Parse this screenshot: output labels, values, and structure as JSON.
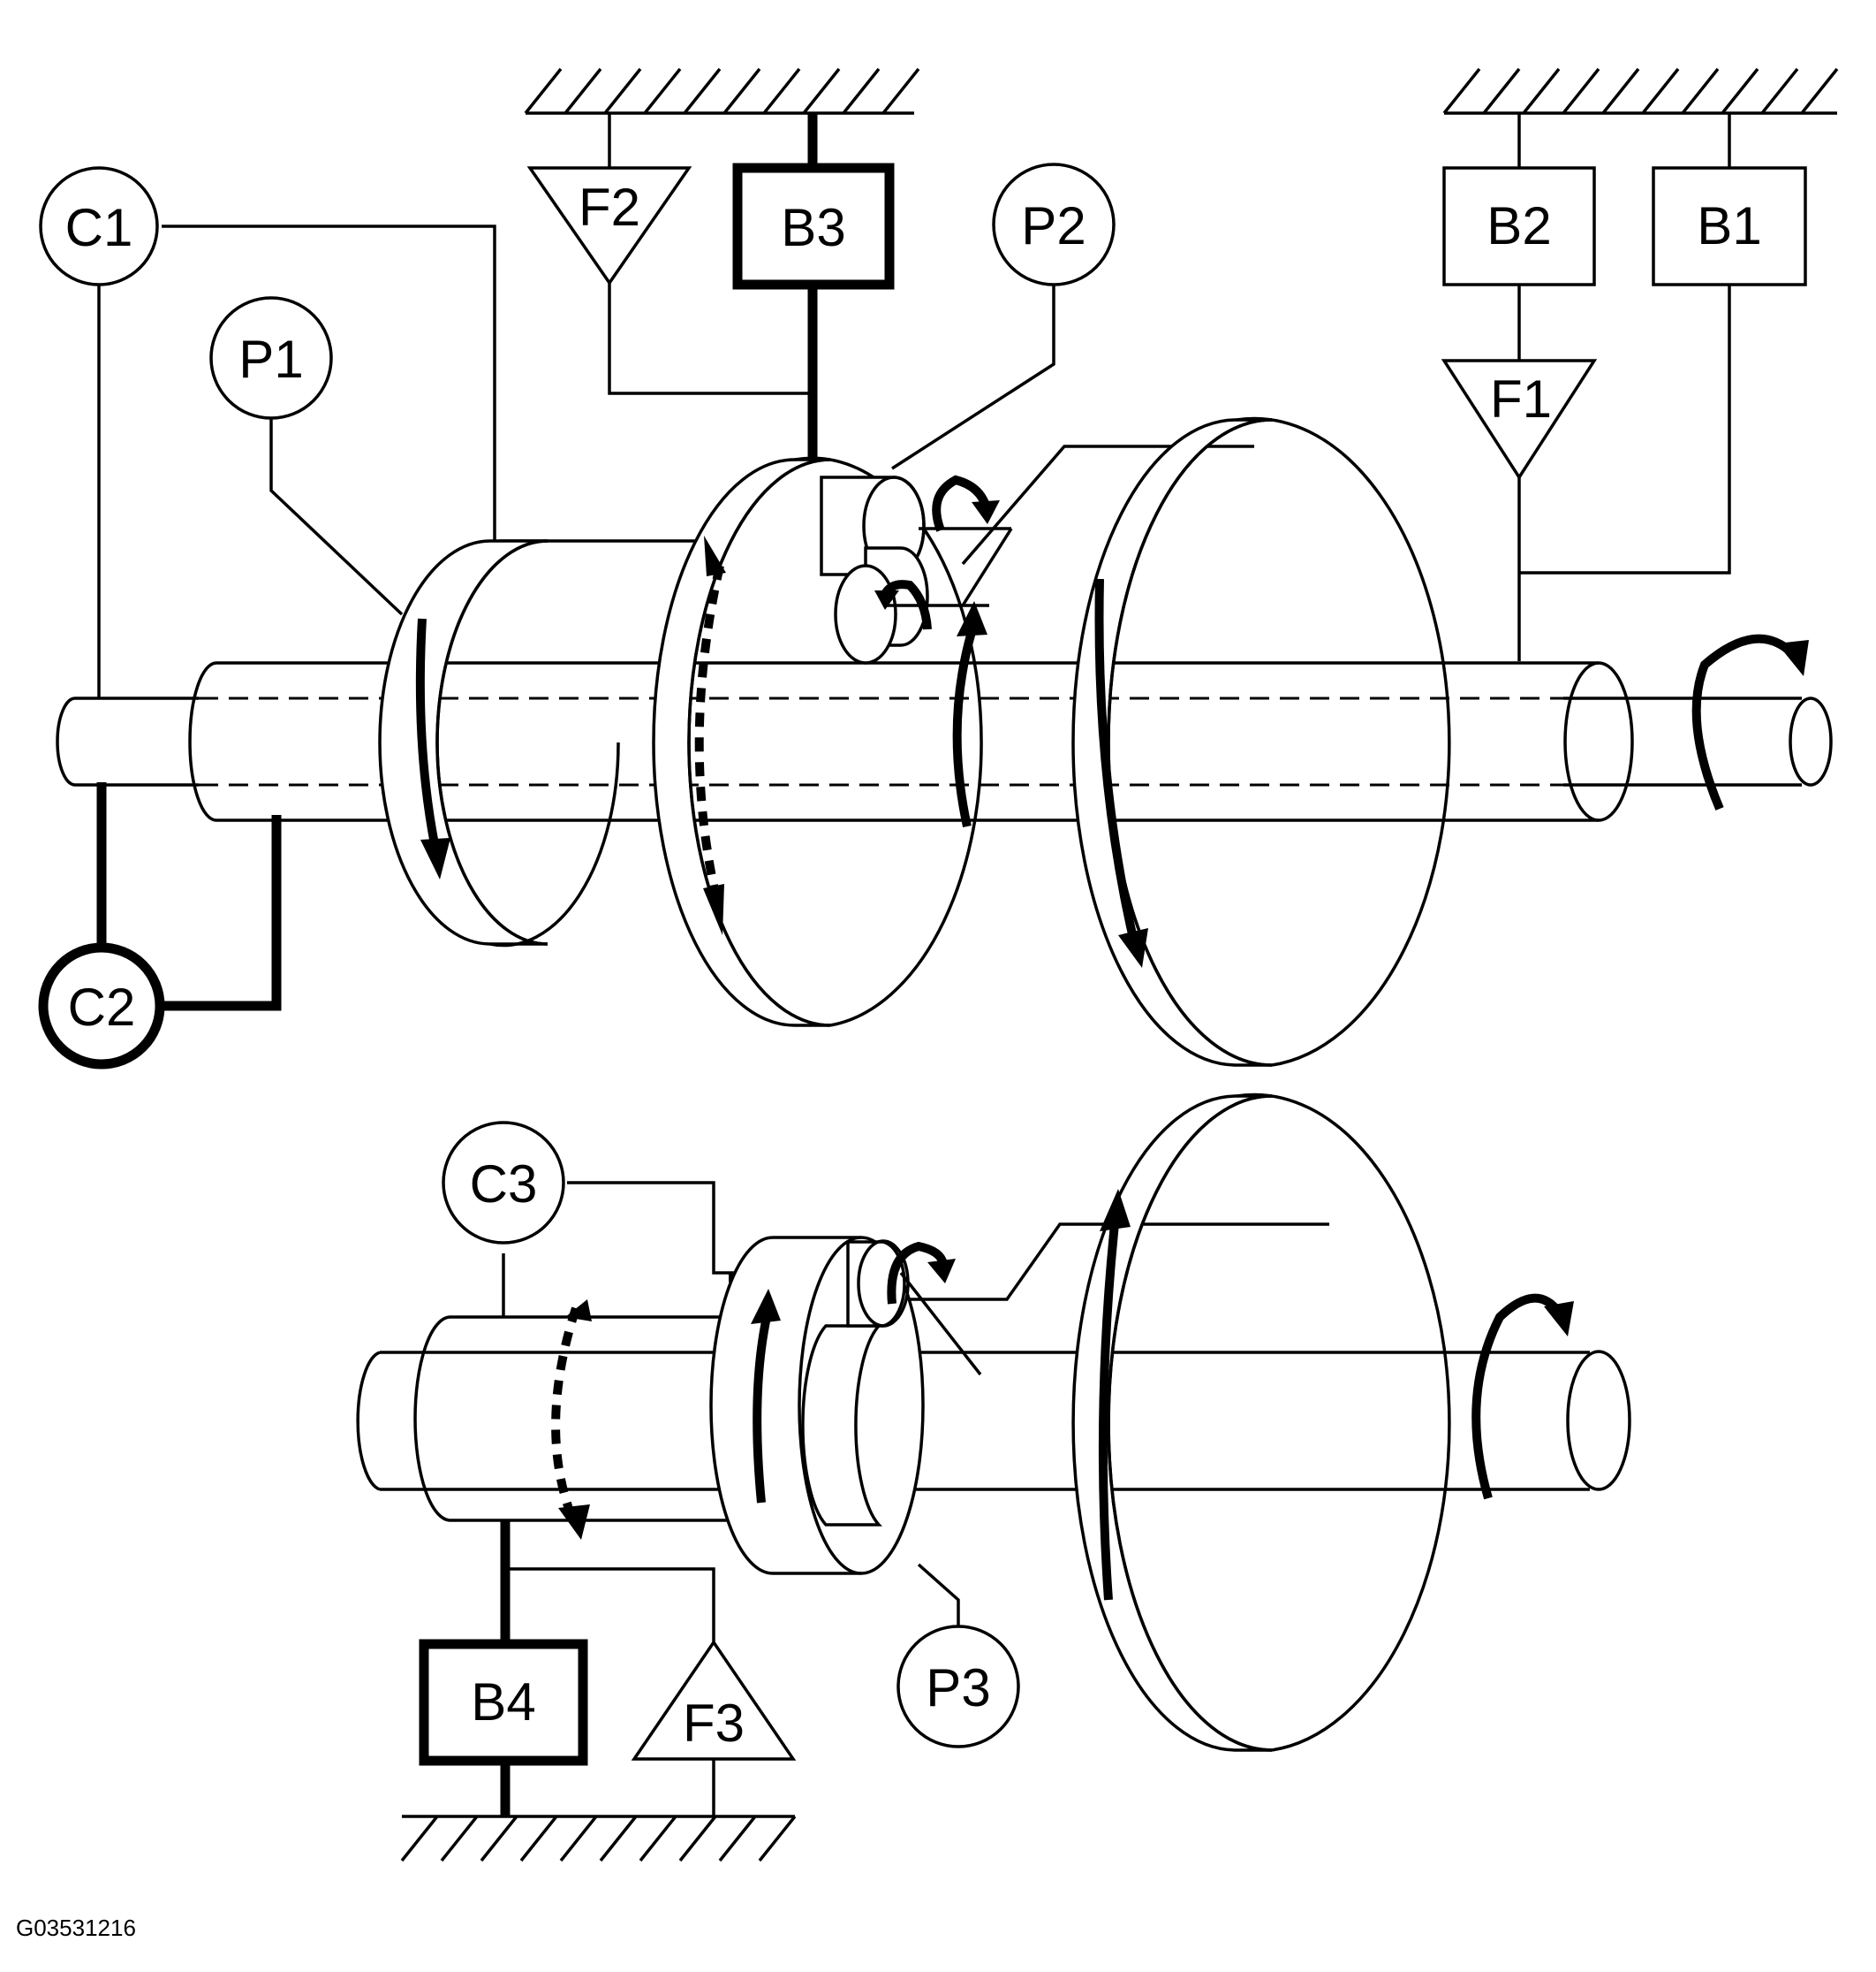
{
  "labels": {
    "c1": "C1",
    "c2": "C2",
    "c3": "C3",
    "p1": "P1",
    "p2": "P2",
    "p3": "P3",
    "b1": "B1",
    "b2": "B2",
    "b3": "B3",
    "b4": "B4",
    "f1": "F1",
    "f2": "F2",
    "f3": "F3"
  },
  "figure_code": "G03531216"
}
